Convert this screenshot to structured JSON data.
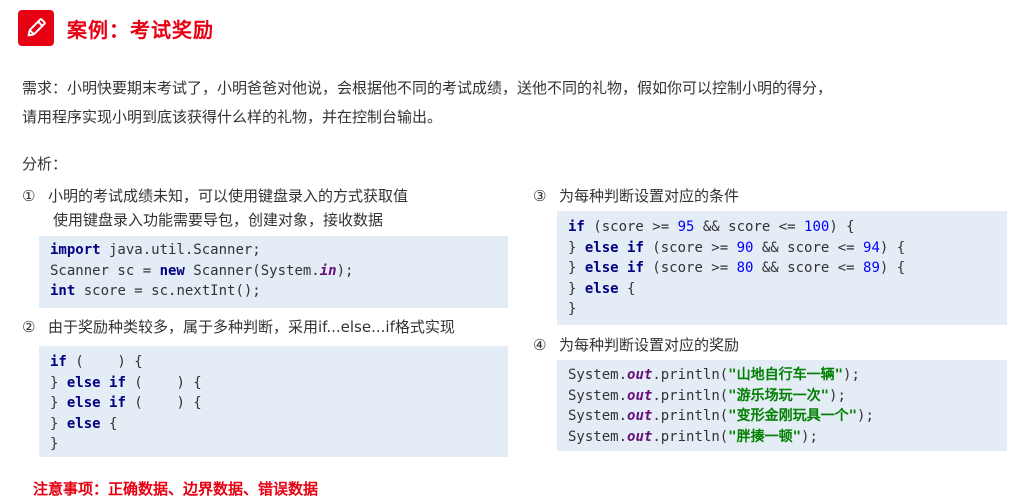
{
  "header": {
    "title": "案例：考试奖励"
  },
  "requirement": {
    "line1": "需求：小明快要期末考试了，小明爸爸对他说，会根据他不同的考试成绩，送他不同的礼物，假如你可以控制小明的得分，",
    "line2": "请用程序实现小明到底该获得什么样的礼物，并在控制台输出。"
  },
  "analysis": {
    "label": "分析："
  },
  "steps": [
    {
      "num": "①",
      "line1": "小明的考试成绩未知，可以使用键盘录入的方式获取值",
      "line2": "使用键盘录入功能需要导包，创建对象，接收数据"
    },
    {
      "num": "②",
      "line1": "由于奖励种类较多，属于多种判断，采用if...else...if格式实现"
    },
    {
      "num": "③",
      "line1": "为每种判断设置对应的条件"
    },
    {
      "num": "④",
      "line1": "为每种判断设置对应的奖励"
    }
  ],
  "code1": {
    "kw_import": "import",
    "t1": " java.util.Scanner;",
    "t2": "Scanner sc = ",
    "kw_new": "new",
    "t3": " Scanner(System.",
    "fld_in": "in",
    "t4": ");",
    "kw_int": "int",
    "t5": " score = sc.nextInt();"
  },
  "code2": {
    "kw_if": "if",
    "l1": " (    ) {",
    "b2": "} ",
    "kw_else1": "else",
    "sp1": " ",
    "kw_if2": "if",
    "l2": " (    ) {",
    "b3": "} ",
    "kw_else2": "else",
    "sp2": " ",
    "kw_if3": "if",
    "l3": " (    ) {",
    "b4": "} ",
    "kw_else3": "else",
    "l4": " {",
    "l5": "}"
  },
  "code3": {
    "kw_if": "if",
    "l1a": " (score >= ",
    "n95": "95",
    "l1b": " && score <= ",
    "n100": "100",
    "l1c": ") {",
    "b2": "} ",
    "kw_else1": "else",
    "sp1": " ",
    "kw_if2": "if",
    "l2a": " (score >= ",
    "n90": "90",
    "l2b": " && score <= ",
    "n94": "94",
    "l2c": ") {",
    "b3": "} ",
    "kw_else2": "else",
    "sp2": " ",
    "kw_if3": "if",
    "l3a": " (score >= ",
    "n80": "80",
    "l3b": " && score <= ",
    "n89": "89",
    "l3c": ") {",
    "b4": "} ",
    "kw_else3": "else",
    "l4": " {",
    "l5": "}"
  },
  "code4": {
    "sys": "System.",
    "out": "out",
    "println": ".println(",
    "s1": "\"山地自行车一辆\"",
    "s2": "\"游乐场玩一次\"",
    "s3": "\"变形金刚玩具一个\"",
    "s4": "\"胖揍一顿\"",
    "end": ");"
  },
  "note": {
    "text": "注意事项：正确数据、边界数据、错误数据"
  },
  "colors": {
    "accent": "#e60012",
    "code_bg": "#e4ecf6",
    "keyword": "#000080",
    "number": "#0000ff",
    "string": "#008000",
    "field": "#660e7a"
  }
}
